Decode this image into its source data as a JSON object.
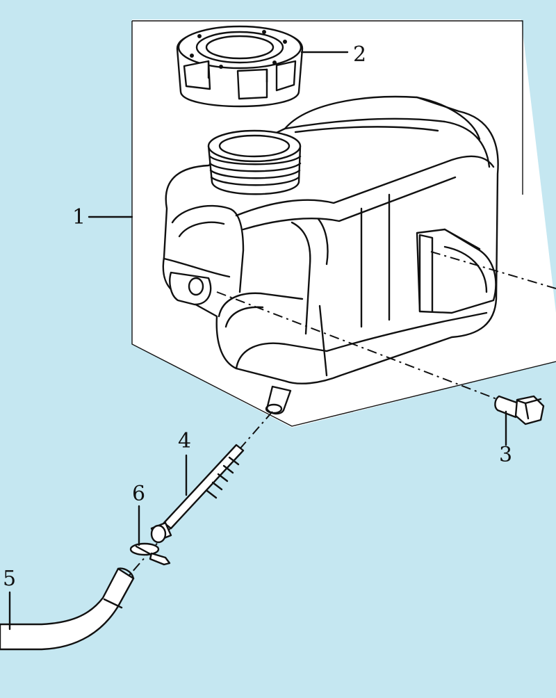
{
  "diagram": {
    "background_color": "#c5e7f1",
    "panel_color": "#ffffff",
    "line_color": "#111111",
    "callouts": [
      {
        "id": "1",
        "label": "1",
        "part": "reservoir-tank"
      },
      {
        "id": "2",
        "label": "2",
        "part": "filler-cap"
      },
      {
        "id": "3",
        "label": "3",
        "part": "flange-bolt"
      },
      {
        "id": "4",
        "label": "4",
        "part": "outlet-stem"
      },
      {
        "id": "5",
        "label": "5",
        "part": "overflow-hose"
      },
      {
        "id": "6",
        "label": "6",
        "part": "hose-clip"
      }
    ]
  }
}
